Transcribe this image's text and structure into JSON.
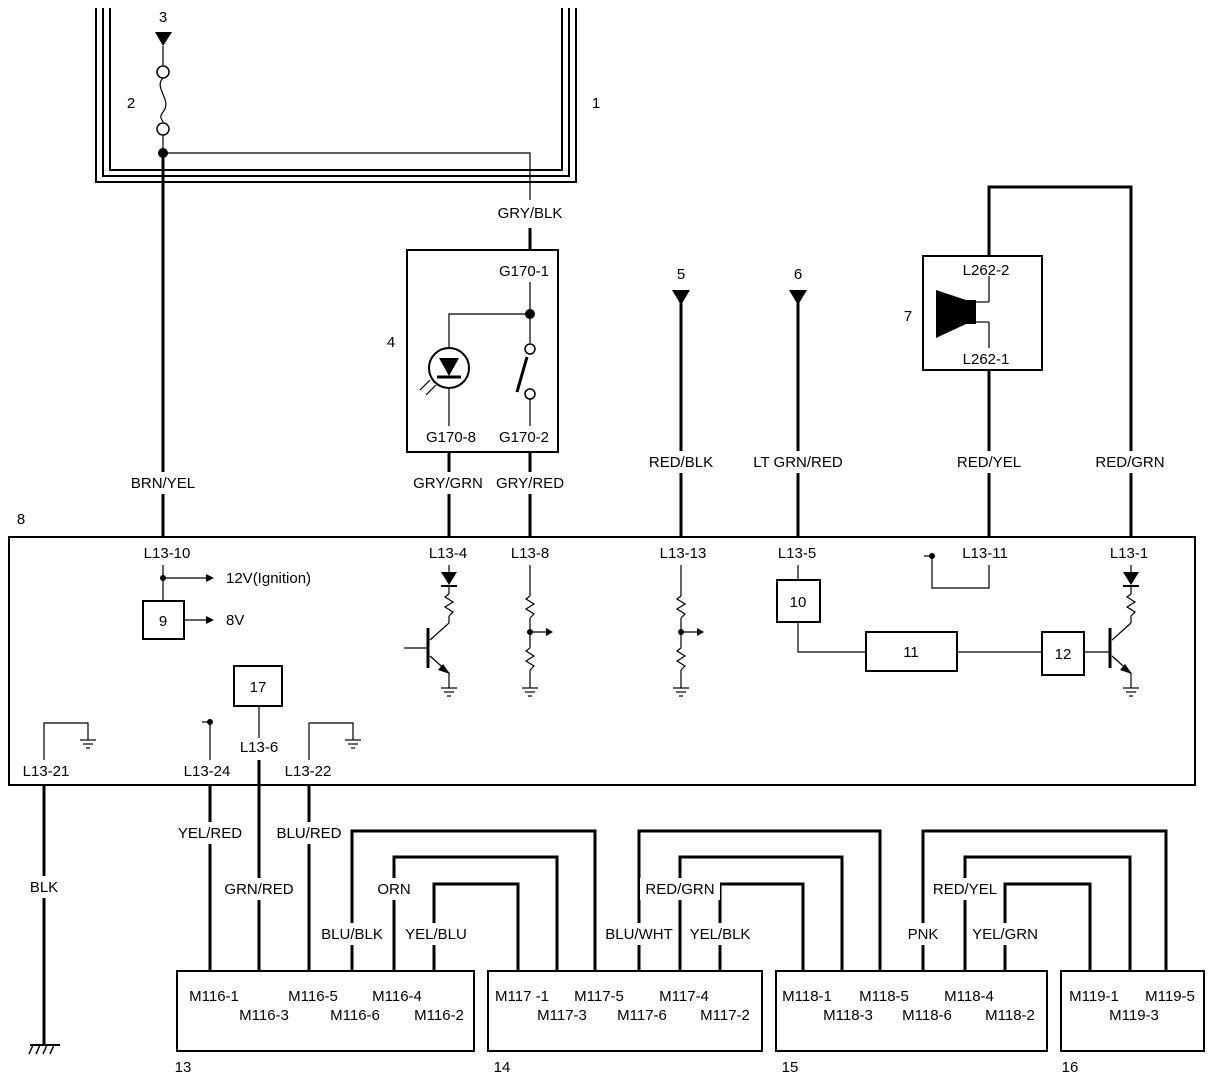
{
  "callouts": [
    "1",
    "2",
    "3",
    "4",
    "5",
    "6",
    "7",
    "8",
    "9",
    "10",
    "11",
    "12",
    "13",
    "14",
    "15",
    "16",
    "17"
  ],
  "wires": {
    "gry_blk": "GRY/BLK",
    "brn_yel": "BRN/YEL",
    "gry_grn": "GRY/GRN",
    "gry_red": "GRY/RED",
    "red_blk": "RED/BLK",
    "lt_grn_red": "LT GRN/RED",
    "red_yel_top": "RED/YEL",
    "red_grn_top": "RED/GRN",
    "blk": "BLK",
    "yel_red": "YEL/RED",
    "grn_red_bottom": "GRN/RED",
    "blu_red": "BLU/RED",
    "orn": "ORN",
    "blu_blk": "BLU/BLK",
    "yel_blu": "YEL/BLU",
    "red_grn_bottom": "RED/GRN",
    "blu_wht": "BLU/WHT",
    "yel_blk": "YEL/BLK",
    "red_yel_bottom": "RED/YEL",
    "pnk": "PNK",
    "yel_grn": "YEL/GRN"
  },
  "pins": {
    "g170_1": "G170-1",
    "g170_8": "G170-8",
    "g170_2": "G170-2",
    "l262_2": "L262-2",
    "l262_1": "L262-1",
    "l13_10": "L13-10",
    "l13_4": "L13-4",
    "l13_8": "L13-8",
    "l13_13": "L13-13",
    "l13_5": "L13-5",
    "l13_11": "L13-11",
    "l13_1": "L13-1",
    "l13_21": "L13-21",
    "l13_24": "L13-24",
    "l13_6": "L13-6",
    "l13_22": "L13-22",
    "m116_1": "M116-1",
    "m116_3": "M116-3",
    "m116_5": "M116-5",
    "m116_6": "M116-6",
    "m116_4": "M116-4",
    "m116_2": "M116-2",
    "m117_1": "M117 -1",
    "m117_3": "M117-3",
    "m117_5": "M117-5",
    "m117_6": "M117-6",
    "m117_4": "M117-4",
    "m117_2": "M117-2",
    "m118_1": "M118-1",
    "m118_3": "M118-3",
    "m118_5": "M118-5",
    "m118_6": "M118-6",
    "m118_4": "M118-4",
    "m118_2": "M118-2",
    "m119_1": "M119-1",
    "m119_3": "M119-3",
    "m119_5": "M119-5"
  },
  "outputs": {
    "ignition": "12V(Ignition)",
    "eight_volt": "8V"
  }
}
